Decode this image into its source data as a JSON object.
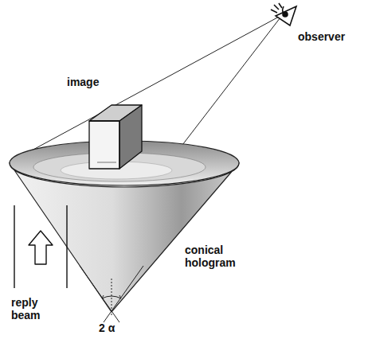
{
  "diagram": {
    "labels": [
      "observer",
      "image",
      "conical hologram",
      "2 α",
      "reply beam"
    ]
  }
}
